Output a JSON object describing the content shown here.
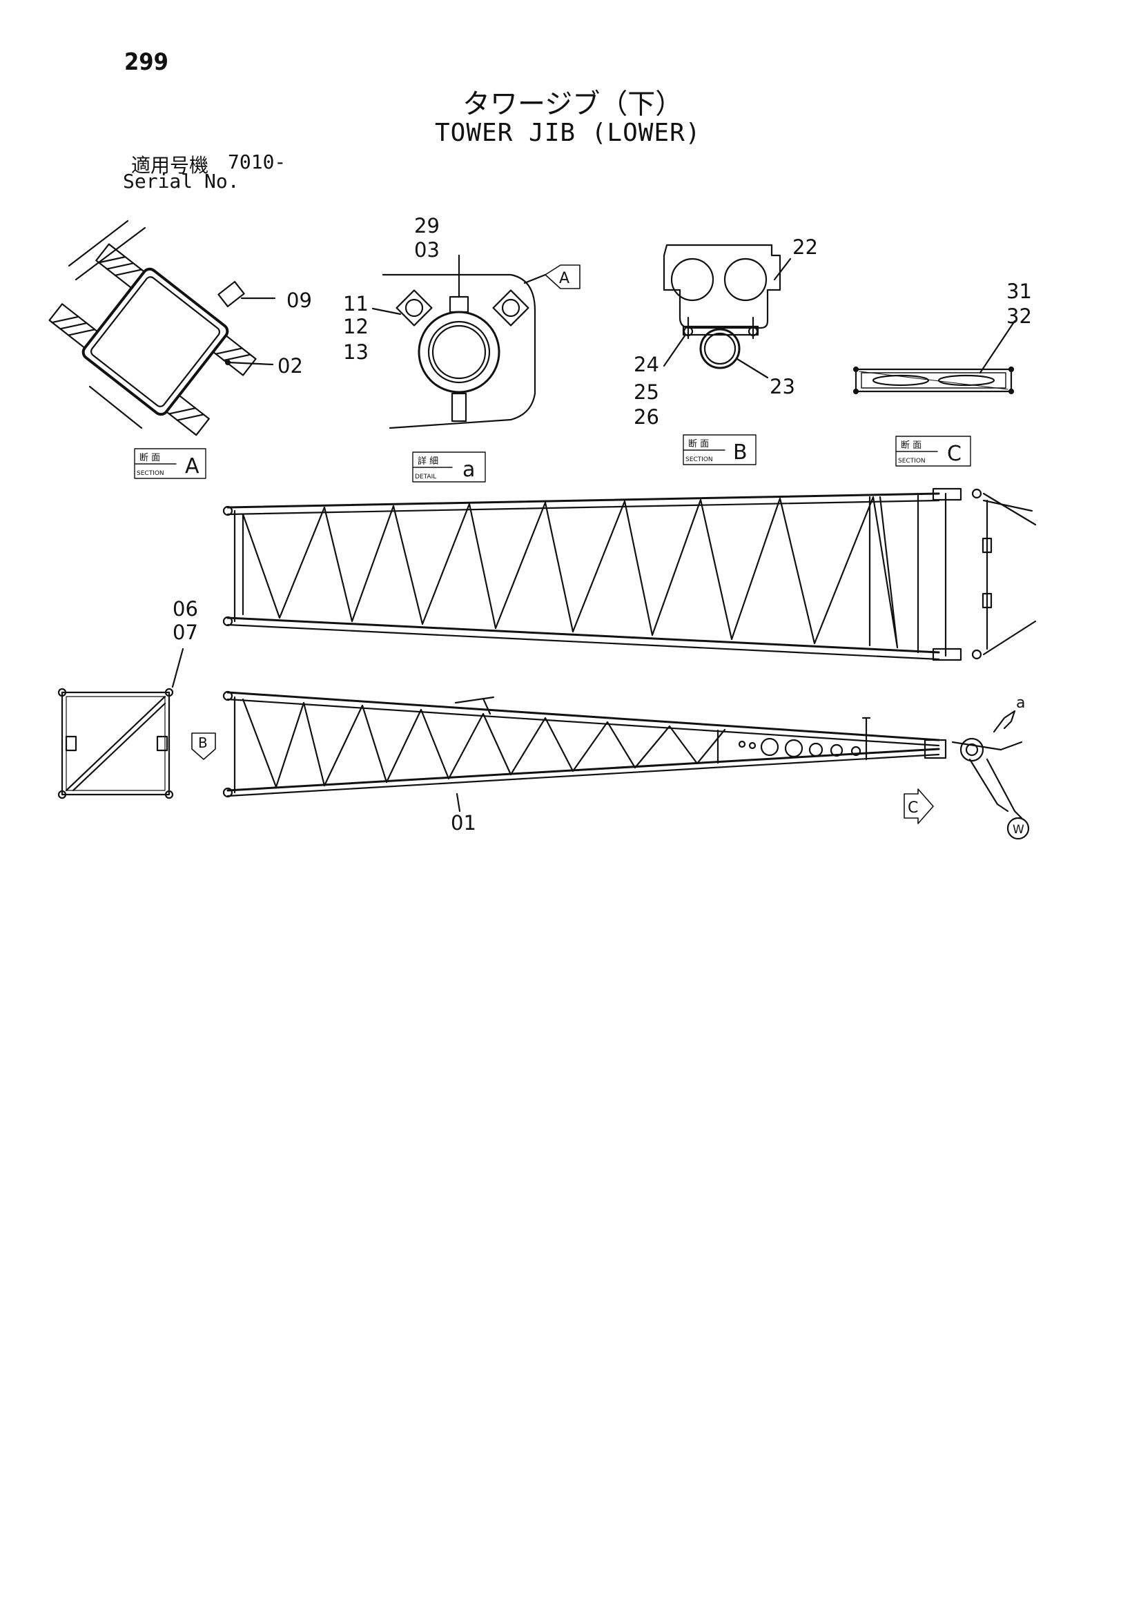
{
  "page_number": "299",
  "title_jp": "タワージブ（下）",
  "title_en": "TOWER JIB (LOWER)",
  "serial": {
    "label_jp": "適用号機",
    "label_en": "Serial No.",
    "value": "7010-"
  },
  "section_boxes": [
    {
      "jp": "断 面",
      "en": "SECTION",
      "letter": "A"
    },
    {
      "jp": "詳 細",
      "en": "DETAIL",
      "letter": "a"
    },
    {
      "jp": "断 面",
      "en": "SECTION",
      "letter": "B"
    },
    {
      "jp": "断 面",
      "en": "SECTION",
      "letter": "C"
    }
  ],
  "callouts": {
    "c09": "09",
    "c02": "02",
    "c29": "29",
    "c03": "03",
    "c11": "11",
    "c12": "12",
    "c13": "13",
    "c22": "22",
    "c23": "23",
    "c24": "24",
    "c25": "25",
    "c26": "26",
    "c31": "31",
    "c32": "32",
    "c06": "06",
    "c07": "07",
    "c01": "01"
  },
  "markers": {
    "A": "A",
    "B": "B",
    "C": "C",
    "a": "a",
    "W": "W"
  }
}
